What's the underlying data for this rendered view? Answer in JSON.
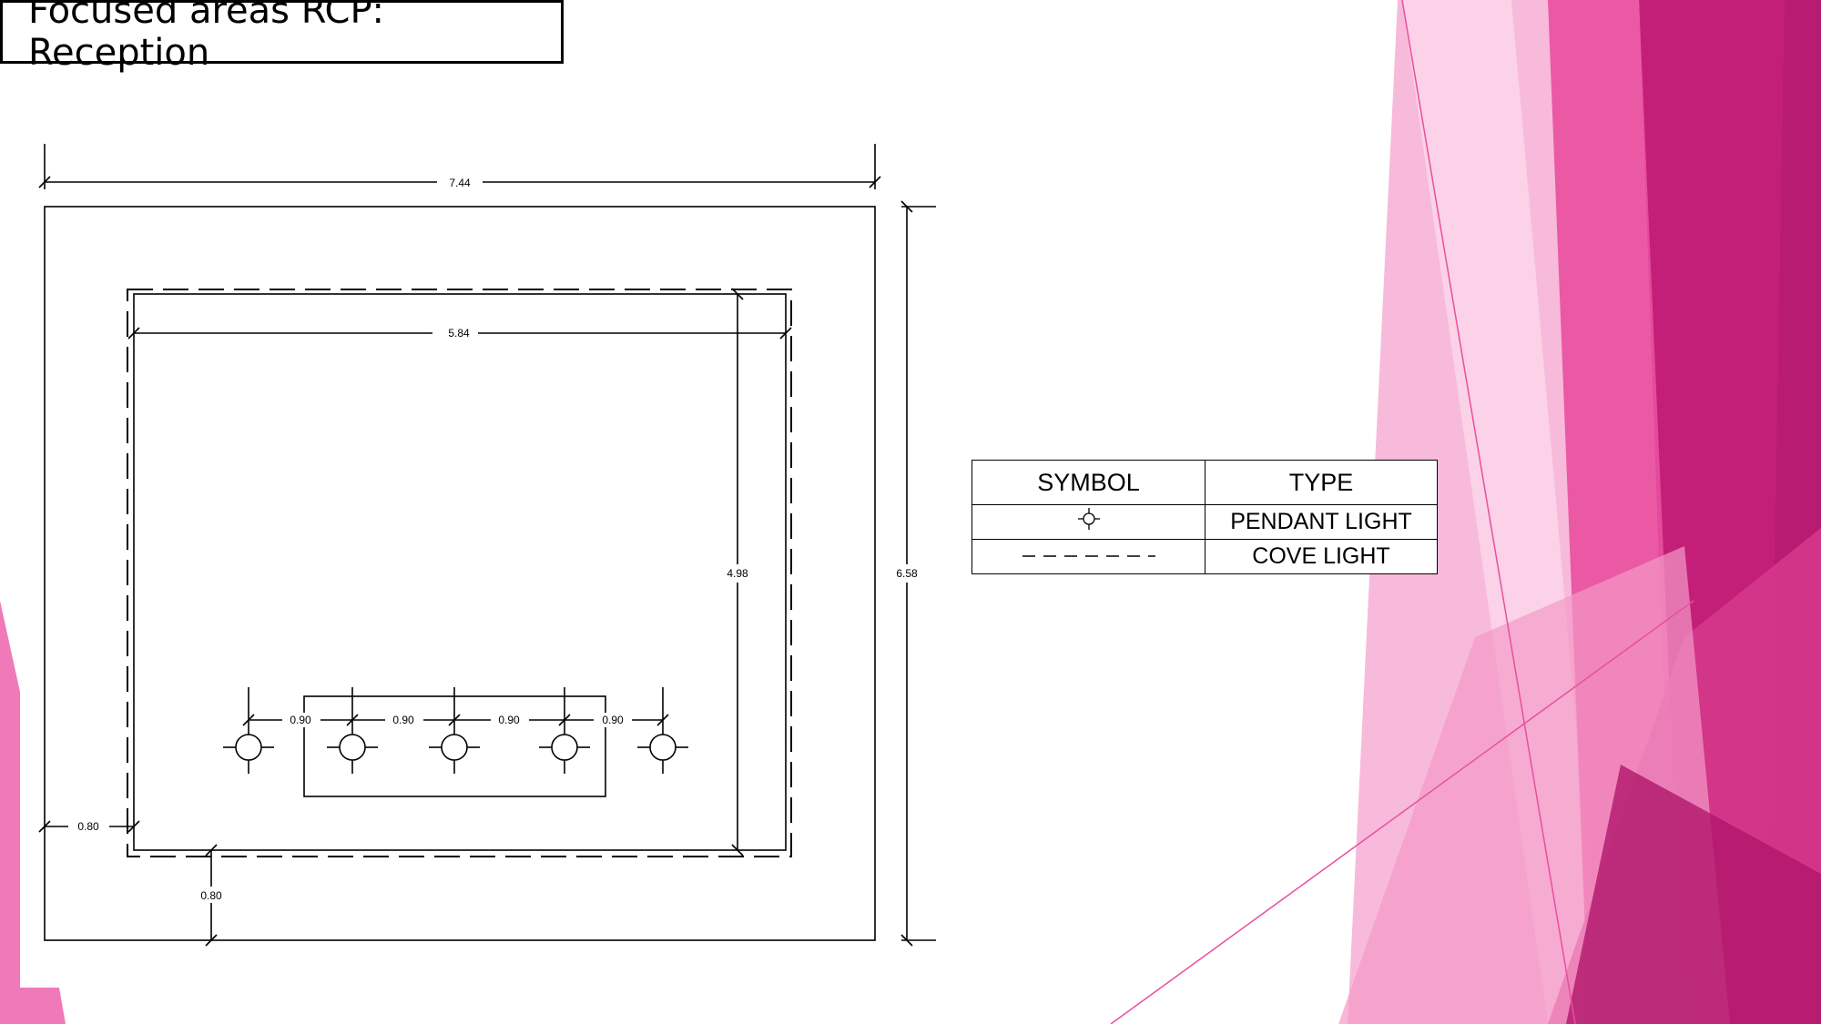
{
  "slide": {
    "title": "Focused areas RCP: Reception"
  },
  "colors": {
    "accent_light": "#f49ac7",
    "accent_mid": "#e94f9f",
    "accent_dark": "#c31f78",
    "accent_pale": "#fbd8ea"
  },
  "plan": {
    "overall_width": "7.44",
    "overall_depth": "6.58",
    "ceiling_width": "5.84",
    "ceiling_depth": "4.98",
    "side_offset": "0.80",
    "bottom_offset": "0.80",
    "pendant_spacing": [
      "0.90",
      "0.90",
      "0.90",
      "0.90"
    ]
  },
  "legend": {
    "header_symbol": "SYMBOL",
    "header_type": "TYPE",
    "rows": [
      {
        "symbol_icon": "pendant-light-icon",
        "type": "PENDANT LIGHT"
      },
      {
        "symbol_icon": "cove-light-icon",
        "type": "COVE LIGHT"
      }
    ]
  }
}
